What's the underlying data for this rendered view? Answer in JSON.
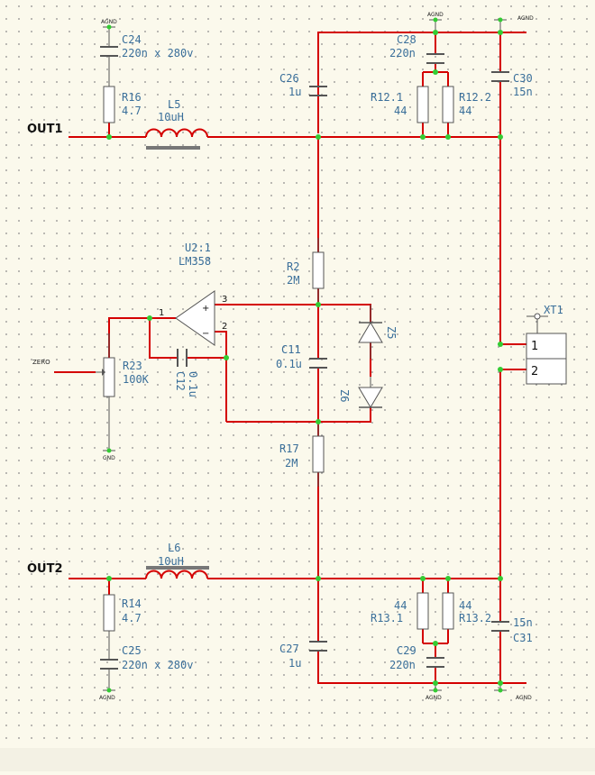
{
  "nets": {
    "out1": "OUT1",
    "out2": "OUT2",
    "zero": "ZERO"
  },
  "power": {
    "agnd": "AGND",
    "gnd": "GND"
  },
  "parts": {
    "c24": {
      "ref": "C24",
      "val": "220n x 280v"
    },
    "r16": {
      "ref": "R16",
      "val": "4.7"
    },
    "l5": {
      "ref": "L5",
      "val": "10uH"
    },
    "c26": {
      "ref": "C26",
      "val": "1u"
    },
    "c28": {
      "ref": "C28",
      "val": "220n"
    },
    "r12_1": {
      "ref": "R12.1",
      "val": "44"
    },
    "r12_2": {
      "ref": "R12.2",
      "val": "44"
    },
    "c30": {
      "ref": "C30",
      "val": "15n"
    },
    "u2": {
      "ref": "U2:1",
      "val": "LM358"
    },
    "r2": {
      "ref": "R2",
      "val": "2M"
    },
    "c11": {
      "ref": "C11",
      "val": "0.1u"
    },
    "z5": {
      "ref": "Z5"
    },
    "z6": {
      "ref": "Z6"
    },
    "r23": {
      "ref": "R23",
      "val": "100K"
    },
    "c12": {
      "ref": "C12",
      "val": "0.1u"
    },
    "r17": {
      "ref": "R17",
      "val": "2M"
    },
    "xt1": {
      "ref": "XT1",
      "pin1": "1",
      "pin2": "2"
    },
    "l6": {
      "ref": "L6",
      "val": "10uH"
    },
    "r14": {
      "ref": "R14",
      "val": "4.7"
    },
    "c25": {
      "ref": "C25",
      "val": "220n x 280v"
    },
    "c27": {
      "ref": "C27",
      "val": "1u"
    },
    "r13_1": {
      "ref": "R13.1",
      "val": "44"
    },
    "r13_2": {
      "ref": "R13.2",
      "val": "44"
    },
    "c29": {
      "ref": "C29",
      "val": "220n"
    },
    "c31": {
      "ref": "C31",
      "val": "15n"
    }
  },
  "opamp_pins": {
    "out": "1",
    "minus": "2",
    "plus": "3",
    "plus_sign": "+",
    "minus_sign": "−"
  }
}
